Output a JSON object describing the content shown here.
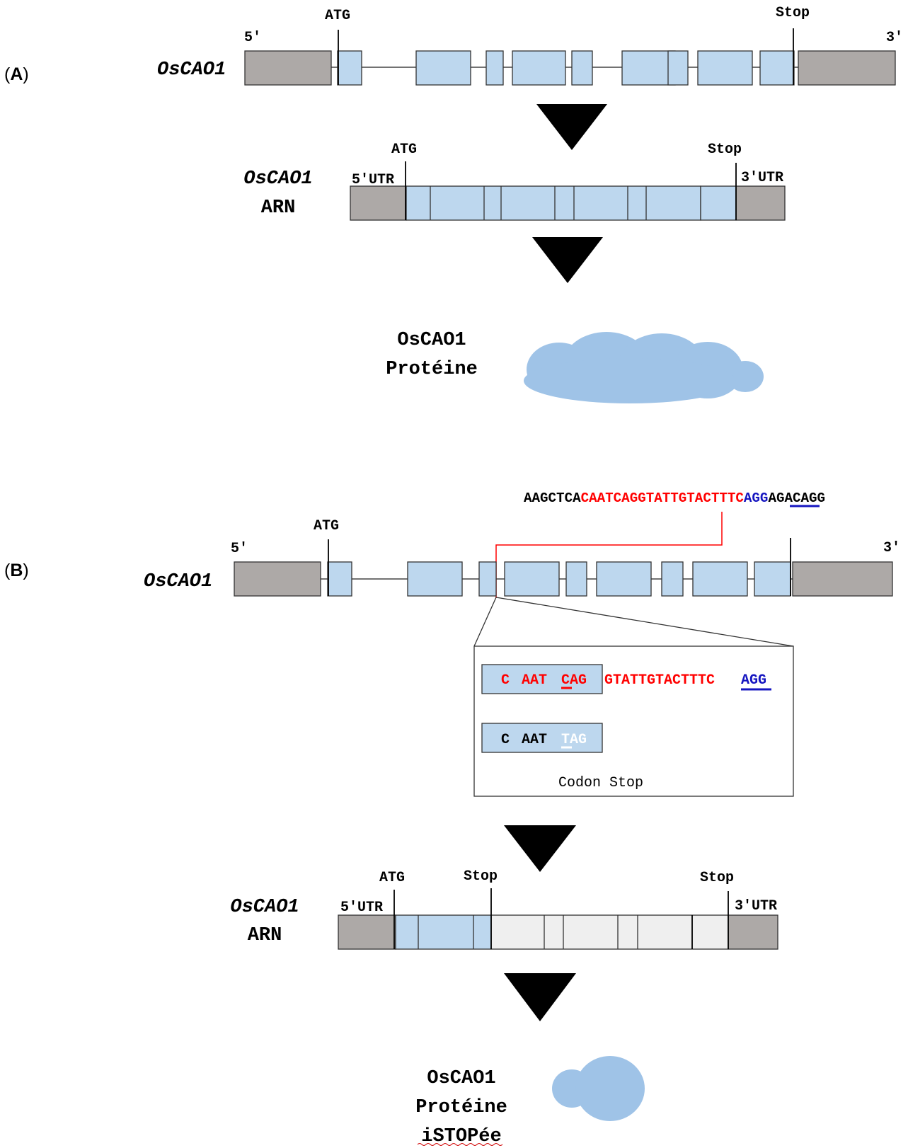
{
  "panel_a": {
    "label_open": "(",
    "label_letter": "A",
    "label_close": ")",
    "gene_name": "OsCAO1",
    "five_prime": "5′",
    "three_prime": "3′",
    "atg": "ATG",
    "stop": "Stop",
    "rna_gene": "OsCAO1",
    "rna_label": "ARN",
    "utr5": "5′UTR",
    "utr3": "3′UTR",
    "rna_atg": "ATG",
    "rna_stop": "Stop",
    "protein_name": "OsCAO1",
    "protein_label": "Protéine"
  },
  "panel_b": {
    "label_open": "(",
    "label_letter": "B",
    "label_close": ")",
    "sequence": {
      "prefix": "AAGCTCA",
      "guide": "CAATCAGGTATTGTACTTTC",
      "pam": "AGG",
      "suffix": "AGACAGG"
    },
    "gene_name": "OsCAO1",
    "five_prime": "5′",
    "three_prime": "3′",
    "atg": "ATG",
    "zoom": {
      "orig_c": "C",
      "orig_aat": "AAT",
      "orig_codon": "CAG",
      "orig_rest": "GTATTGTACTTTC",
      "orig_pam": "AGG",
      "edit_c": "C",
      "edit_aat": "AAT",
      "edit_codon": "TAG",
      "caption": "Codon Stop"
    },
    "rna_gene": "OsCAO1",
    "rna_label": "ARN",
    "utr5": "5′UTR",
    "utr3": "3′UTR",
    "rna_atg": "ATG",
    "rna_stop_early": "Stop",
    "rna_stop": "Stop",
    "protein_name": "OsCAO1",
    "protein_label": "Protéine",
    "protein_state": "iSTOPée"
  },
  "colors": {
    "utr": "#ada9a7",
    "exon": "#bdd7ee",
    "untranslated": "#efefef",
    "protein": "#9fc3e7",
    "guide": "#ff0000",
    "pam": "#1515c0"
  }
}
